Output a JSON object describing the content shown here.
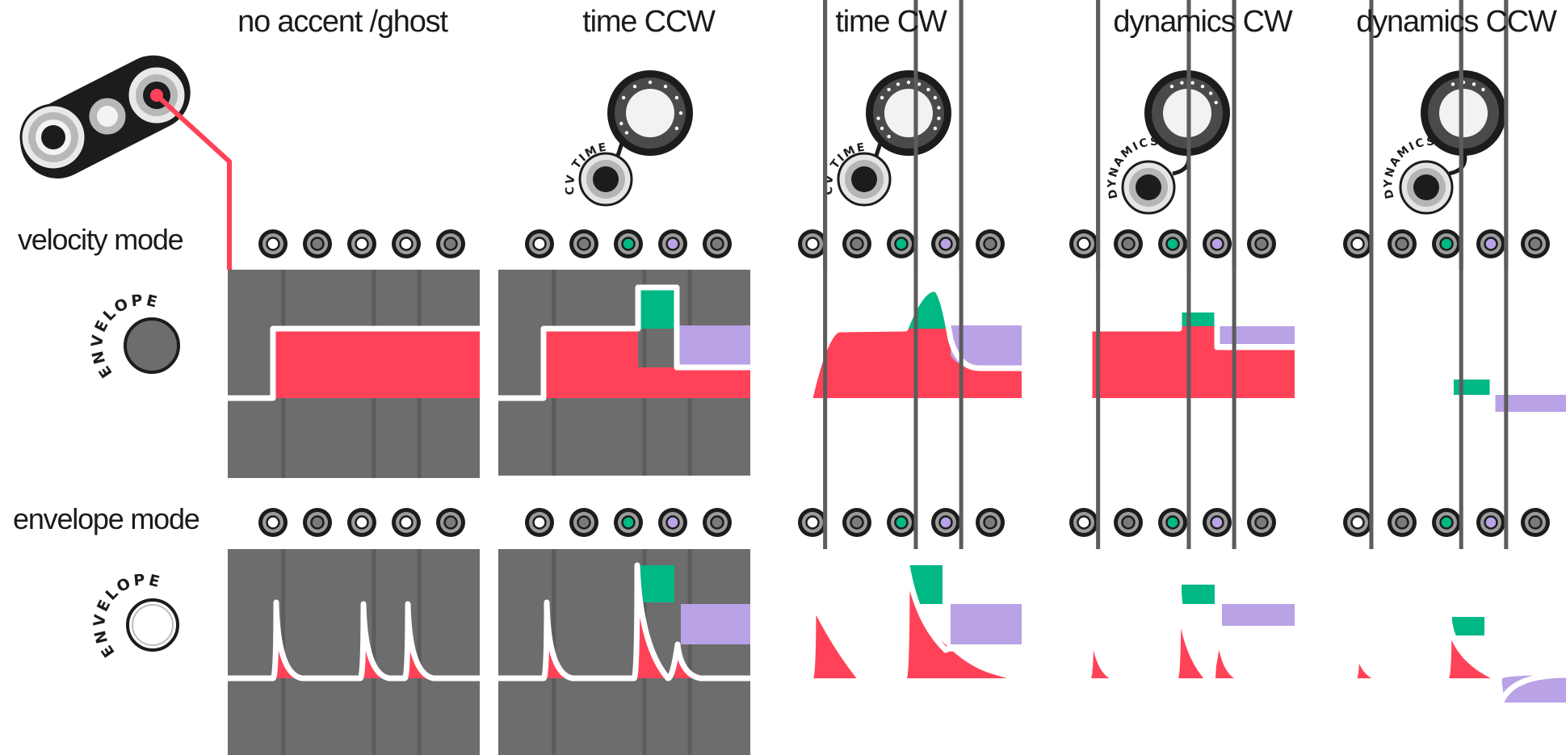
{
  "columns": [
    {
      "header": "no accent /ghost",
      "knob_label": "",
      "knob_type": "none"
    },
    {
      "header": "time CCW",
      "knob_label": "CV TIME",
      "knob_type": "time-ccw"
    },
    {
      "header": "time CW",
      "knob_label": "CV TIME",
      "knob_type": "time-cw"
    },
    {
      "header": "dynamics CW",
      "knob_label": "DYNAMICS",
      "knob_type": "dynamics-cw"
    },
    {
      "header": "dynamics CCW",
      "knob_label": "DYNAMICS",
      "knob_type": "dynamics-ccw"
    }
  ],
  "rows": [
    {
      "label": "velocity mode",
      "button_label": "ENVELOPE",
      "button_state": "dark"
    },
    {
      "label": "envelope mode",
      "button_label": "ENVELOPE",
      "button_state": "light"
    }
  ],
  "step_leds": [
    [
      "white",
      "gray",
      "white",
      "white",
      "gray"
    ],
    [
      "white",
      "gray",
      "green",
      "purple",
      "gray"
    ],
    [
      "white",
      "gray",
      "green",
      "purple",
      "gray"
    ],
    [
      "white",
      "gray",
      "green",
      "purple",
      "gray"
    ],
    [
      "white",
      "gray",
      "green",
      "purple",
      "gray"
    ]
  ],
  "colors": {
    "envelope_fill": "#ff4257",
    "accent": "#00b884",
    "ghost": "#b9a2e6",
    "panel": "#6d6d6d",
    "gridline": "#5c5c5c",
    "cable": "#ff4257",
    "trace": "#ffffff"
  },
  "icons": {
    "module": "triple-jack-module-icon",
    "knob": "rotary-knob-icon",
    "jack": "cv-jack-icon",
    "button": "envelope-button-icon"
  }
}
